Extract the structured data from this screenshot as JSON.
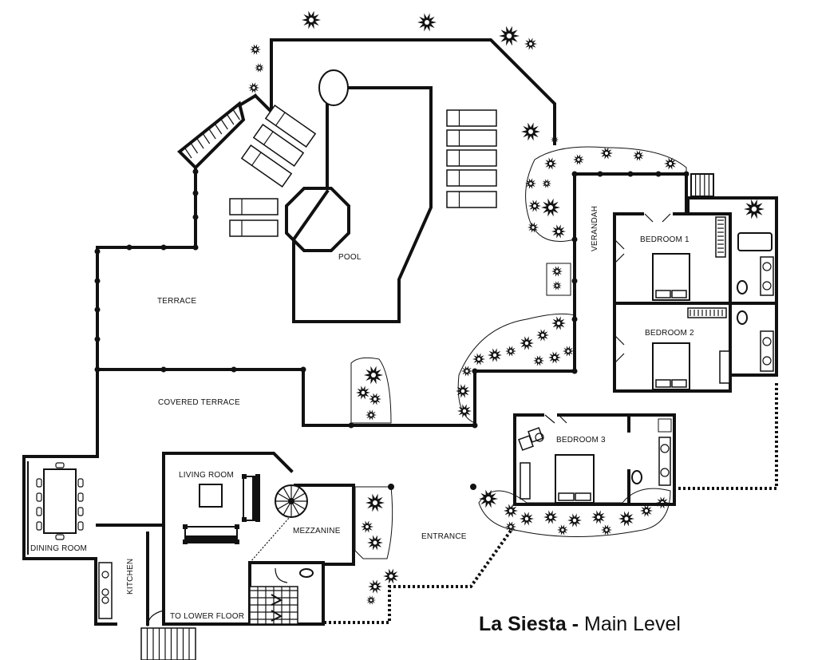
{
  "title": {
    "bold": "La Siesta",
    "separator": " - ",
    "rest": "Main Level"
  },
  "rooms": {
    "pool": "POOL",
    "terrace": "TERRACE",
    "covered_terrace": "COVERED TERRACE",
    "verandah": "VERANDAH",
    "bedroom_1": "BEDROOM 1",
    "bedroom_2": "BEDROOM 2",
    "bedroom_3": "BEDROOM 3",
    "living_room": "LIVING ROOM",
    "mezzanine": "MEZZANINE",
    "entrance": "ENTRANCE",
    "dining_room": "DINING ROOM",
    "kitchen": "KITCHEN",
    "to_lower_floor": "TO LOWER FLOOR"
  }
}
